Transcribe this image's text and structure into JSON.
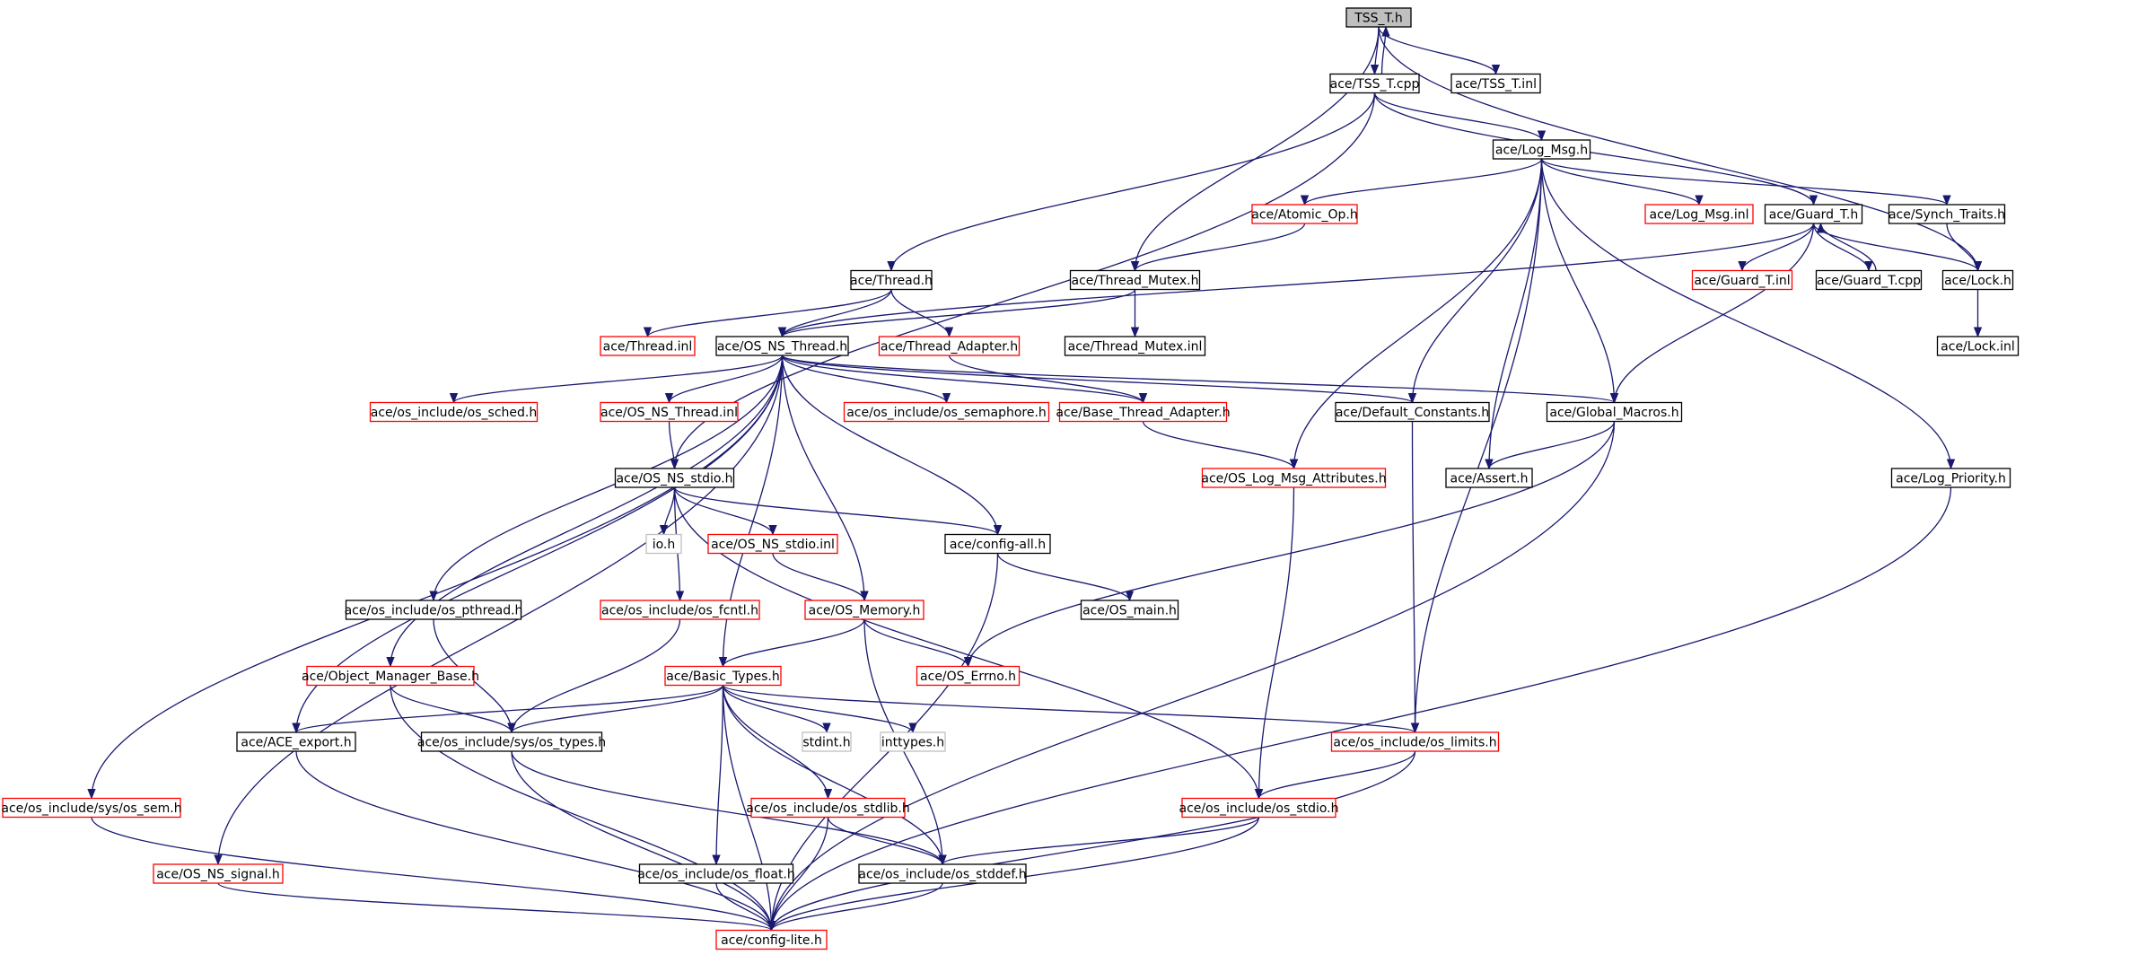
{
  "colors": {
    "edge": "#191970",
    "node_border_black": "#000000",
    "node_border_red": "#ff0000",
    "node_border_gray": "#bfbfbf",
    "root_fill": "#bfbfbf",
    "node_fill": "#ffffff",
    "text": "#000000"
  },
  "nodes": [
    {
      "id": "tss_t_h",
      "label": "TSS_T.h",
      "style": "root"
    },
    {
      "id": "tss_t_cpp",
      "label": "ace/TSS_T.cpp",
      "style": "black"
    },
    {
      "id": "tss_t_inl",
      "label": "ace/TSS_T.inl",
      "style": "black"
    },
    {
      "id": "log_msg_h",
      "label": "ace/Log_Msg.h",
      "style": "black"
    },
    {
      "id": "atomic_op_h",
      "label": "ace/Atomic_Op.h",
      "style": "red"
    },
    {
      "id": "log_msg_inl",
      "label": "ace/Log_Msg.inl",
      "style": "red"
    },
    {
      "id": "guard_t_h",
      "label": "ace/Guard_T.h",
      "style": "black"
    },
    {
      "id": "synch_traits_h",
      "label": "ace/Synch_Traits.h",
      "style": "black"
    },
    {
      "id": "thread_h",
      "label": "ace/Thread.h",
      "style": "black"
    },
    {
      "id": "thread_mutex_h",
      "label": "ace/Thread_Mutex.h",
      "style": "black"
    },
    {
      "id": "guard_t_inl",
      "label": "ace/Guard_T.inl",
      "style": "red"
    },
    {
      "id": "guard_t_cpp",
      "label": "ace/Guard_T.cpp",
      "style": "black"
    },
    {
      "id": "lock_h",
      "label": "ace/Lock.h",
      "style": "black"
    },
    {
      "id": "thread_inl",
      "label": "ace/Thread.inl",
      "style": "red"
    },
    {
      "id": "os_ns_thread_h",
      "label": "ace/OS_NS_Thread.h",
      "style": "black"
    },
    {
      "id": "thread_adapter_h",
      "label": "ace/Thread_Adapter.h",
      "style": "red"
    },
    {
      "id": "thread_mutex_inl",
      "label": "ace/Thread_Mutex.inl",
      "style": "black"
    },
    {
      "id": "lock_inl",
      "label": "ace/Lock.inl",
      "style": "black"
    },
    {
      "id": "os_sched_h",
      "label": "ace/os_include/os_sched.h",
      "style": "red"
    },
    {
      "id": "os_ns_thread_inl",
      "label": "ace/OS_NS_Thread.inl",
      "style": "red"
    },
    {
      "id": "os_semaphore_h",
      "label": "ace/os_include/os_semaphore.h",
      "style": "red"
    },
    {
      "id": "base_thread_adapter_h",
      "label": "ace/Base_Thread_Adapter.h",
      "style": "red"
    },
    {
      "id": "default_constants_h",
      "label": "ace/Default_Constants.h",
      "style": "black"
    },
    {
      "id": "global_macros_h",
      "label": "ace/Global_Macros.h",
      "style": "black"
    },
    {
      "id": "os_ns_stdio_h",
      "label": "ace/OS_NS_stdio.h",
      "style": "black"
    },
    {
      "id": "os_log_msg_attributes_h",
      "label": "ace/OS_Log_Msg_Attributes.h",
      "style": "red"
    },
    {
      "id": "assert_h",
      "label": "ace/Assert.h",
      "style": "black"
    },
    {
      "id": "log_priority_h",
      "label": "ace/Log_Priority.h",
      "style": "black"
    },
    {
      "id": "io_h",
      "label": "io.h",
      "style": "gray"
    },
    {
      "id": "os_ns_stdio_inl",
      "label": "ace/OS_NS_stdio.inl",
      "style": "red"
    },
    {
      "id": "config_all_h",
      "label": "ace/config-all.h",
      "style": "black"
    },
    {
      "id": "os_pthread_h",
      "label": "ace/os_include/os_pthread.h",
      "style": "black"
    },
    {
      "id": "os_fcntl_h",
      "label": "ace/os_include/os_fcntl.h",
      "style": "red"
    },
    {
      "id": "os_memory_h",
      "label": "ace/OS_Memory.h",
      "style": "red"
    },
    {
      "id": "os_main_h",
      "label": "ace/OS_main.h",
      "style": "black"
    },
    {
      "id": "object_manager_base_h",
      "label": "ace/Object_Manager_Base.h",
      "style": "red"
    },
    {
      "id": "basic_types_h",
      "label": "ace/Basic_Types.h",
      "style": "red"
    },
    {
      "id": "os_errno_h",
      "label": "ace/OS_Errno.h",
      "style": "red"
    },
    {
      "id": "ace_export_h",
      "label": "ace/ACE_export.h",
      "style": "black"
    },
    {
      "id": "sys_os_types_h",
      "label": "ace/os_include/sys/os_types.h",
      "style": "black"
    },
    {
      "id": "stdint_h",
      "label": "stdint.h",
      "style": "gray"
    },
    {
      "id": "inttypes_h",
      "label": "inttypes.h",
      "style": "gray"
    },
    {
      "id": "os_limits_h",
      "label": "ace/os_include/os_limits.h",
      "style": "red"
    },
    {
      "id": "sys_os_sem_h",
      "label": "ace/os_include/sys/os_sem.h",
      "style": "red"
    },
    {
      "id": "os_stdlib_h",
      "label": "ace/os_include/os_stdlib.h",
      "style": "red"
    },
    {
      "id": "os_stdio_h",
      "label": "ace/os_include/os_stdio.h",
      "style": "red"
    },
    {
      "id": "os_ns_signal_h",
      "label": "ace/OS_NS_signal.h",
      "style": "red"
    },
    {
      "id": "os_float_h",
      "label": "ace/os_include/os_float.h",
      "style": "black"
    },
    {
      "id": "os_stddef_h",
      "label": "ace/os_include/os_stddef.h",
      "style": "black"
    },
    {
      "id": "config_lite_h",
      "label": "ace/config-lite.h",
      "style": "red"
    }
  ],
  "edges": [
    [
      "tss_t_h",
      "tss_t_cpp"
    ],
    [
      "tss_t_cpp",
      "tss_t_h"
    ],
    [
      "tss_t_h",
      "tss_t_inl"
    ],
    [
      "tss_t_h",
      "thread_mutex_h"
    ],
    [
      "tss_t_h",
      "lock_h"
    ],
    [
      "tss_t_cpp",
      "log_msg_h"
    ],
    [
      "tss_t_cpp",
      "thread_h"
    ],
    [
      "tss_t_cpp",
      "guard_t_h"
    ],
    [
      "tss_t_cpp",
      "os_ns_stdio_h"
    ],
    [
      "log_msg_h",
      "atomic_op_h"
    ],
    [
      "log_msg_h",
      "log_msg_inl"
    ],
    [
      "log_msg_h",
      "synch_traits_h"
    ],
    [
      "log_msg_h",
      "log_priority_h"
    ],
    [
      "log_msg_h",
      "default_constants_h"
    ],
    [
      "log_msg_h",
      "global_macros_h"
    ],
    [
      "log_msg_h",
      "assert_h"
    ],
    [
      "log_msg_h",
      "os_log_msg_attributes_h"
    ],
    [
      "log_msg_h",
      "os_limits_h"
    ],
    [
      "atomic_op_h",
      "thread_mutex_h"
    ],
    [
      "guard_t_h",
      "guard_t_inl"
    ],
    [
      "guard_t_h",
      "guard_t_cpp"
    ],
    [
      "guard_t_cpp",
      "guard_t_h"
    ],
    [
      "guard_t_h",
      "lock_h"
    ],
    [
      "guard_t_h",
      "global_macros_h"
    ],
    [
      "guard_t_h",
      "os_ns_thread_h"
    ],
    [
      "synch_traits_h",
      "lock_h"
    ],
    [
      "lock_h",
      "lock_inl"
    ],
    [
      "thread_h",
      "thread_inl"
    ],
    [
      "thread_h",
      "os_ns_thread_h"
    ],
    [
      "thread_h",
      "thread_adapter_h"
    ],
    [
      "thread_mutex_h",
      "os_ns_thread_h"
    ],
    [
      "thread_mutex_h",
      "thread_mutex_inl"
    ],
    [
      "thread_adapter_h",
      "base_thread_adapter_h"
    ],
    [
      "os_ns_thread_h",
      "os_sched_h"
    ],
    [
      "os_ns_thread_h",
      "os_ns_thread_inl"
    ],
    [
      "os_ns_thread_h",
      "os_semaphore_h"
    ],
    [
      "os_ns_thread_h",
      "base_thread_adapter_h"
    ],
    [
      "os_ns_thread_h",
      "default_constants_h"
    ],
    [
      "os_ns_thread_h",
      "global_macros_h"
    ],
    [
      "os_ns_thread_h",
      "os_memory_h"
    ],
    [
      "os_ns_thread_h",
      "config_all_h"
    ],
    [
      "os_ns_thread_h",
      "basic_types_h"
    ],
    [
      "os_ns_thread_h",
      "os_pthread_h"
    ],
    [
      "os_ns_thread_h",
      "object_manager_base_h"
    ],
    [
      "os_ns_thread_h",
      "ace_export_h"
    ],
    [
      "os_ns_thread_h",
      "os_ns_signal_h"
    ],
    [
      "os_ns_thread_h",
      "sys_os_sem_h"
    ],
    [
      "os_ns_thread_inl",
      "os_ns_stdio_h"
    ],
    [
      "base_thread_adapter_h",
      "os_log_msg_attributes_h"
    ],
    [
      "default_constants_h",
      "os_limits_h"
    ],
    [
      "global_macros_h",
      "assert_h"
    ],
    [
      "global_macros_h",
      "os_errno_h"
    ],
    [
      "global_macros_h",
      "config_lite_h"
    ],
    [
      "os_ns_stdio_h",
      "io_h"
    ],
    [
      "os_ns_stdio_h",
      "os_ns_stdio_inl"
    ],
    [
      "os_ns_stdio_h",
      "config_all_h"
    ],
    [
      "os_ns_stdio_h",
      "os_fcntl_h"
    ],
    [
      "os_ns_stdio_h",
      "os_stdio_h"
    ],
    [
      "os_log_msg_attributes_h",
      "os_stdio_h"
    ],
    [
      "log_priority_h",
      "config_lite_h"
    ],
    [
      "os_ns_stdio_inl",
      "os_memory_h"
    ],
    [
      "config_all_h",
      "os_main_h"
    ],
    [
      "config_all_h",
      "config_lite_h"
    ],
    [
      "os_pthread_h",
      "sys_os_types_h"
    ],
    [
      "os_fcntl_h",
      "sys_os_types_h"
    ],
    [
      "os_memory_h",
      "basic_types_h"
    ],
    [
      "os_memory_h",
      "os_errno_h"
    ],
    [
      "os_memory_h",
      "os_stddef_h"
    ],
    [
      "object_manager_base_h",
      "sys_os_types_h"
    ],
    [
      "object_manager_base_h",
      "config_lite_h"
    ],
    [
      "basic_types_h",
      "ace_export_h"
    ],
    [
      "basic_types_h",
      "sys_os_types_h"
    ],
    [
      "basic_types_h",
      "stdint_h"
    ],
    [
      "basic_types_h",
      "inttypes_h"
    ],
    [
      "basic_types_h",
      "os_limits_h"
    ],
    [
      "basic_types_h",
      "os_stdlib_h"
    ],
    [
      "basic_types_h",
      "os_float_h"
    ],
    [
      "basic_types_h",
      "os_stddef_h"
    ],
    [
      "basic_types_h",
      "config_lite_h"
    ],
    [
      "ace_export_h",
      "config_lite_h"
    ],
    [
      "sys_os_types_h",
      "os_stddef_h"
    ],
    [
      "sys_os_types_h",
      "config_lite_h"
    ],
    [
      "os_limits_h",
      "os_stdio_h"
    ],
    [
      "os_limits_h",
      "config_lite_h"
    ],
    [
      "sys_os_sem_h",
      "config_lite_h"
    ],
    [
      "os_stdlib_h",
      "os_stddef_h"
    ],
    [
      "os_stdlib_h",
      "config_lite_h"
    ],
    [
      "os_stdio_h",
      "os_stddef_h"
    ],
    [
      "os_stdio_h",
      "config_lite_h"
    ],
    [
      "os_ns_signal_h",
      "config_lite_h"
    ],
    [
      "os_float_h",
      "config_lite_h"
    ],
    [
      "os_stddef_h",
      "config_lite_h"
    ]
  ]
}
